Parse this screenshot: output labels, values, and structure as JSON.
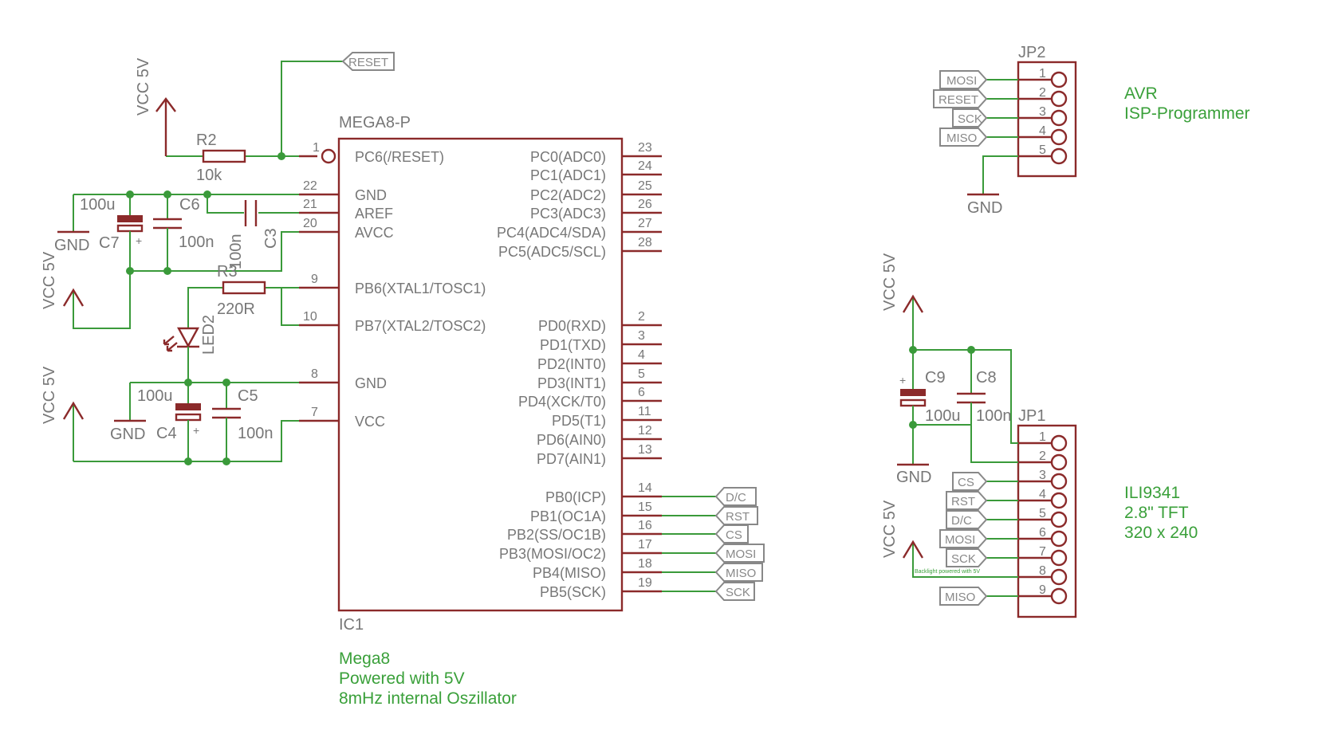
{
  "ic": {
    "refdes": "IC1",
    "value": "MEGA8-P",
    "note_lines": [
      "Mega8",
      "Powered with 5V",
      "8mHz internal Oszillator"
    ],
    "left_pins": [
      {
        "num": "1",
        "name": "PC6(/RESET)"
      },
      {
        "num": "22",
        "name": "GND"
      },
      {
        "num": "21",
        "name": "AREF"
      },
      {
        "num": "20",
        "name": "AVCC"
      },
      {
        "num": "9",
        "name": "PB6(XTAL1/TOSC1)"
      },
      {
        "num": "10",
        "name": "PB7(XTAL2/TOSC2)"
      },
      {
        "num": "8",
        "name": "GND"
      },
      {
        "num": "7",
        "name": "VCC"
      }
    ],
    "right_pins": [
      {
        "num": "23",
        "name": "PC0(ADC0)"
      },
      {
        "num": "24",
        "name": "PC1(ADC1)"
      },
      {
        "num": "25",
        "name": "PC2(ADC2)"
      },
      {
        "num": "26",
        "name": "PC3(ADC3)"
      },
      {
        "num": "27",
        "name": "PC4(ADC4/SDA)"
      },
      {
        "num": "28",
        "name": "PC5(ADC5/SCL)"
      },
      {
        "num": "2",
        "name": "PD0(RXD)"
      },
      {
        "num": "3",
        "name": "PD1(TXD)"
      },
      {
        "num": "4",
        "name": "PD2(INT0)"
      },
      {
        "num": "5",
        "name": "PD3(INT1)"
      },
      {
        "num": "6",
        "name": "PD4(XCK/T0)"
      },
      {
        "num": "11",
        "name": "PD5(T1)"
      },
      {
        "num": "12",
        "name": "PD6(AIN0)"
      },
      {
        "num": "13",
        "name": "PD7(AIN1)"
      },
      {
        "num": "14",
        "name": "PB0(ICP)"
      },
      {
        "num": "15",
        "name": "PB1(OC1A)"
      },
      {
        "num": "16",
        "name": "PB2(SS/OC1B)"
      },
      {
        "num": "17",
        "name": "PB3(MOSI/OC2)"
      },
      {
        "num": "18",
        "name": "PB4(MISO)"
      },
      {
        "num": "19",
        "name": "PB5(SCK)"
      }
    ],
    "right_labels": [
      "D/C",
      "RST",
      "CS",
      "MOSI",
      "MISO",
      "SCK"
    ]
  },
  "components": {
    "r2": {
      "ref": "R2",
      "value": "10k"
    },
    "r3": {
      "ref": "R3",
      "value": "220R"
    },
    "c7": {
      "ref": "C7",
      "value": "100u"
    },
    "c6": {
      "ref": "C6",
      "value": "100n"
    },
    "c3": {
      "ref": "C3",
      "value": "100n"
    },
    "c4": {
      "ref": "C4",
      "value": "100u"
    },
    "c5": {
      "ref": "C5",
      "value": "100n"
    },
    "c9": {
      "ref": "C9",
      "value": "100u"
    },
    "c8": {
      "ref": "C8",
      "value": "100n"
    },
    "led2": {
      "ref": "LED2"
    }
  },
  "power": {
    "vcc": "VCC 5V",
    "gnd": "GND",
    "plus": "+"
  },
  "reset_label": "RESET",
  "jp2": {
    "ref": "JP2",
    "pins": [
      "1",
      "2",
      "3",
      "4",
      "5"
    ],
    "labels": [
      "MOSI",
      "RESET",
      "SCK",
      "MISO"
    ],
    "title_lines": [
      "AVR",
      "ISP-Programmer"
    ]
  },
  "jp1": {
    "ref": "JP1",
    "pins": [
      "1",
      "2",
      "3",
      "4",
      "5",
      "6",
      "7",
      "8",
      "9"
    ],
    "labels": [
      "CS",
      "RST",
      "D/C",
      "MOSI",
      "SCK",
      "MISO"
    ],
    "backlight_note": "Backlight powered with 5V",
    "title_lines": [
      "ILI9341",
      "2.8\" TFT",
      "320 x 240"
    ]
  },
  "colors": {
    "symbol": "#8b2a2a",
    "wire": "#3a9a3a",
    "text": "#777777",
    "note": "#3aa03a"
  }
}
